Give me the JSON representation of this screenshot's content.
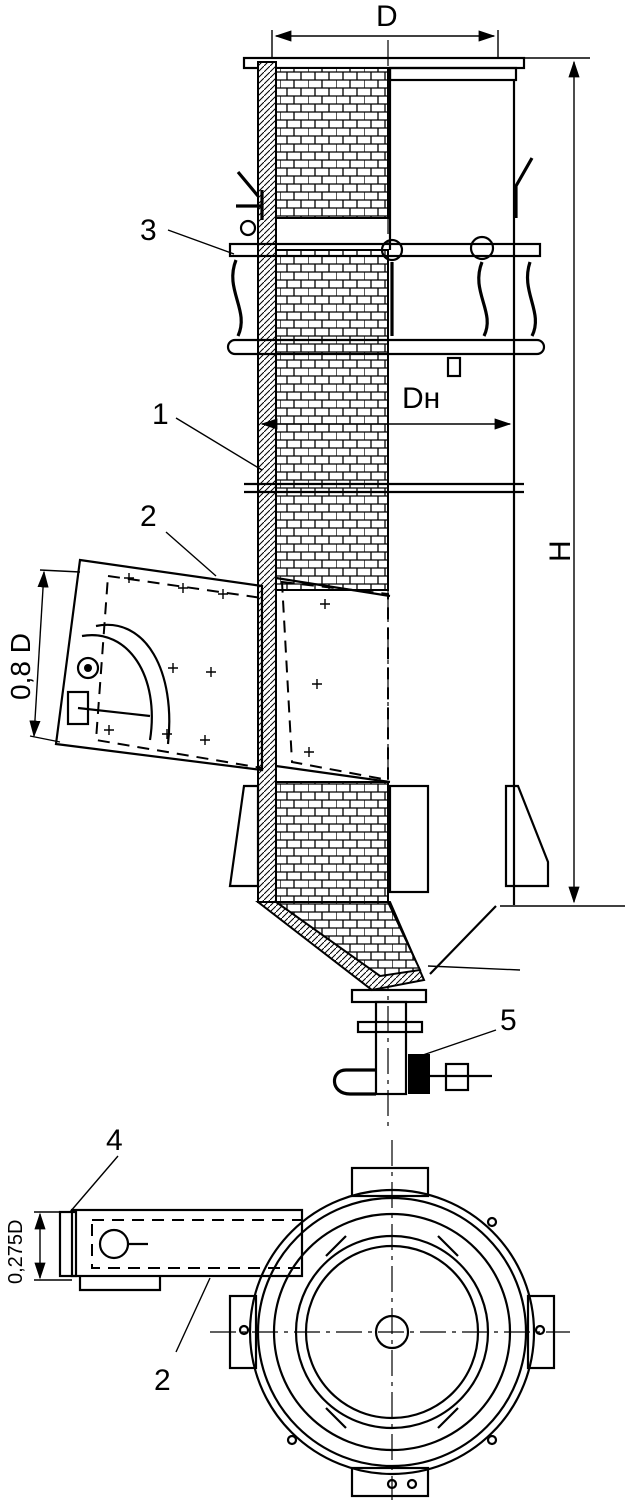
{
  "labels": {
    "part_1": "1",
    "part_2_side": "2",
    "part_3": "3",
    "part_4": "4",
    "part_5": "5",
    "part_2_plan": "2"
  },
  "dimensions": {
    "diameter": "D",
    "diameter_outer": "Dн",
    "height": "H",
    "branch_width": "0,8 D",
    "branch_plan_width": "0,275D"
  },
  "colors": {
    "ink": "#000000",
    "paper": "#ffffff"
  }
}
